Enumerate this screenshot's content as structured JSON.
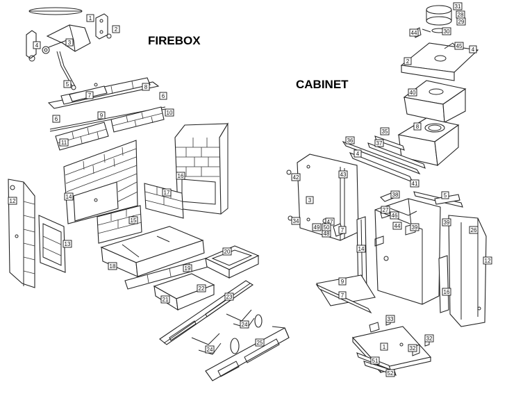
{
  "sections": {
    "firebox": "FIREBOX",
    "cabinet": "CABINET"
  },
  "callouts": {
    "firebox": [
      "1",
      "2",
      "3",
      "4",
      "5",
      "6",
      "7",
      "8",
      "6",
      "9",
      "10",
      "11",
      "12",
      "13",
      "14",
      "15",
      "16",
      "17",
      "18",
      "19",
      "20",
      "21",
      "22",
      "23",
      "24",
      "24",
      "25"
    ],
    "cabinet": [
      "31",
      "28",
      "29",
      "30",
      "44",
      "4",
      "45",
      "2",
      "40",
      "8",
      "35",
      "36",
      "4",
      "37",
      "41",
      "42",
      "43",
      "3",
      "34",
      "5",
      "38",
      "27",
      "7",
      "39",
      "44",
      "39",
      "47",
      "48",
      "49",
      "50",
      "46",
      "14",
      "26",
      "9",
      "7",
      "16",
      "12",
      "33",
      "32",
      "1",
      "32",
      "51",
      "52"
    ]
  }
}
